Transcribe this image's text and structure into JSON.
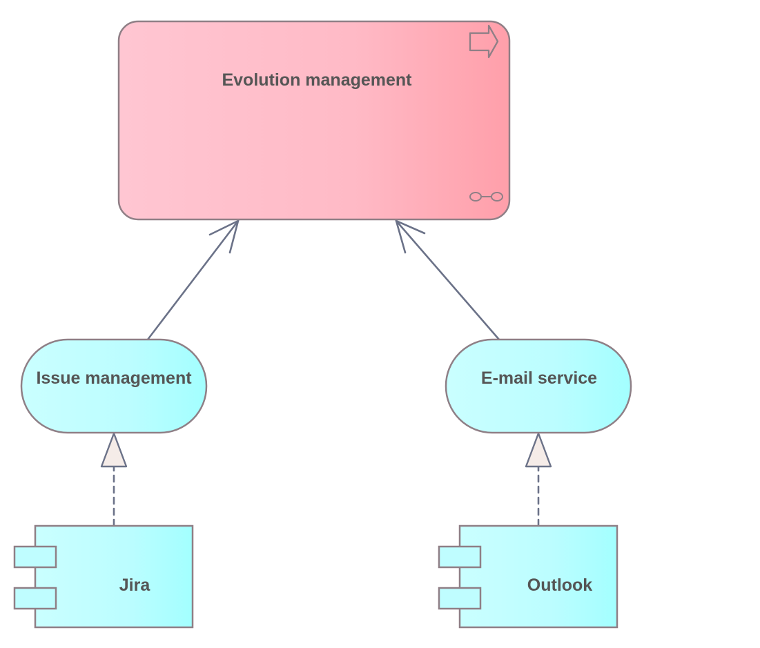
{
  "diagram": {
    "nodes": {
      "evolution": {
        "label": "Evolution management",
        "kind": "business-process"
      },
      "issue_mgmt": {
        "label": "Issue management",
        "kind": "application-service"
      },
      "email_service": {
        "label": "E-mail service",
        "kind": "application-service"
      },
      "jira": {
        "label": "Jira",
        "kind": "application-component"
      },
      "outlook": {
        "label": "Outlook",
        "kind": "application-component"
      }
    },
    "edges": [
      {
        "from": "issue_mgmt",
        "to": "evolution",
        "type": "serving"
      },
      {
        "from": "email_service",
        "to": "evolution",
        "type": "serving"
      },
      {
        "from": "jira",
        "to": "issue_mgmt",
        "type": "realization"
      },
      {
        "from": "outlook",
        "to": "email_service",
        "type": "realization"
      }
    ],
    "colors": {
      "process_fill_start": "#ffc5d0",
      "process_fill_end": "#ffa0ac",
      "application_fill_start": "#c8ffff",
      "application_fill_end": "#a4ffff",
      "connector": "#6b7288",
      "border": "#8f7f86",
      "realization_head": "#f5ece8"
    },
    "icons": {
      "process": "arrow-right-outline-icon",
      "interaction": "link-icon"
    }
  }
}
